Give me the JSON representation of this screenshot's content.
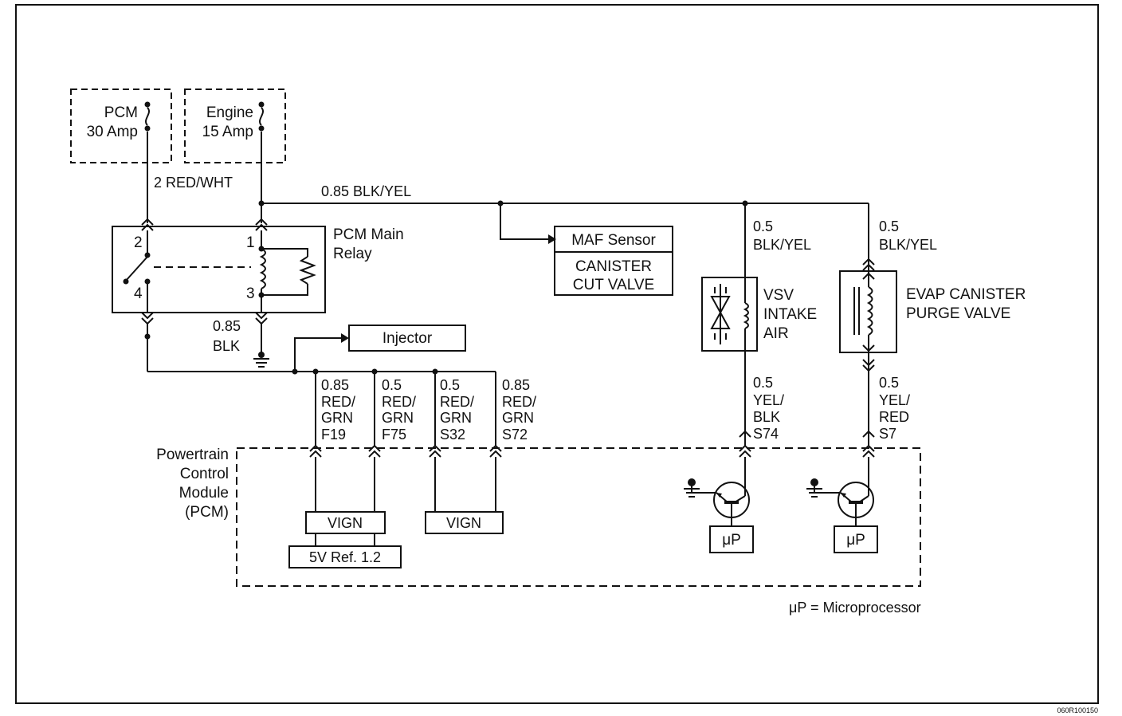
{
  "fuses": {
    "pcm_line1": "PCM",
    "pcm_line2": "30 Amp",
    "engine_line1": "Engine",
    "engine_line2": "15 Amp"
  },
  "wires": {
    "relay_feed": "2 RED/WHT",
    "main_bus": "0.85 BLK/YEL",
    "vsv_feed_1": "0.5",
    "vsv_feed_2": "BLK/YEL",
    "evap_feed_1": "0.5",
    "evap_feed_2": "BLK/YEL",
    "relay_ground_1": "0.85",
    "relay_ground_2": "BLK",
    "f19": [
      "0.85",
      "RED/",
      "GRN",
      "F19"
    ],
    "f75": [
      "0.5",
      "RED/",
      "GRN",
      "F75"
    ],
    "s32": [
      "0.5",
      "RED/",
      "GRN",
      "S32"
    ],
    "s72": [
      "0.85",
      "RED/",
      "GRN",
      "S72"
    ],
    "s74": [
      "0.5",
      "YEL/",
      "BLK",
      "S74"
    ],
    "s7": [
      "0.5",
      "YEL/",
      "RED",
      "S7"
    ]
  },
  "relay": {
    "title_1": "PCM Main",
    "title_2": "Relay",
    "pin_1": "1",
    "pin_2": "2",
    "pin_3": "3",
    "pin_4": "4"
  },
  "components": {
    "maf_sensor": "MAF Sensor",
    "canister_cut_1": "CANISTER",
    "canister_cut_2": "CUT VALVE",
    "injector": "Injector",
    "vsv_1": "VSV",
    "vsv_2": "INTAKE",
    "vsv_3": "AIR",
    "evap_1": "EVAP CANISTER",
    "evap_2": "PURGE VALVE"
  },
  "pcm": {
    "label_1": "Powertrain",
    "label_2": "Control",
    "label_3": "Module",
    "label_4": "(PCM)",
    "vign_1": "VIGN",
    "vign_2": "VIGN",
    "ref_5v": "5V Ref. 1.2",
    "up_1": "μP",
    "up_2": "μP"
  },
  "legend": "μP = Microprocessor",
  "figure_code": "060R100150"
}
